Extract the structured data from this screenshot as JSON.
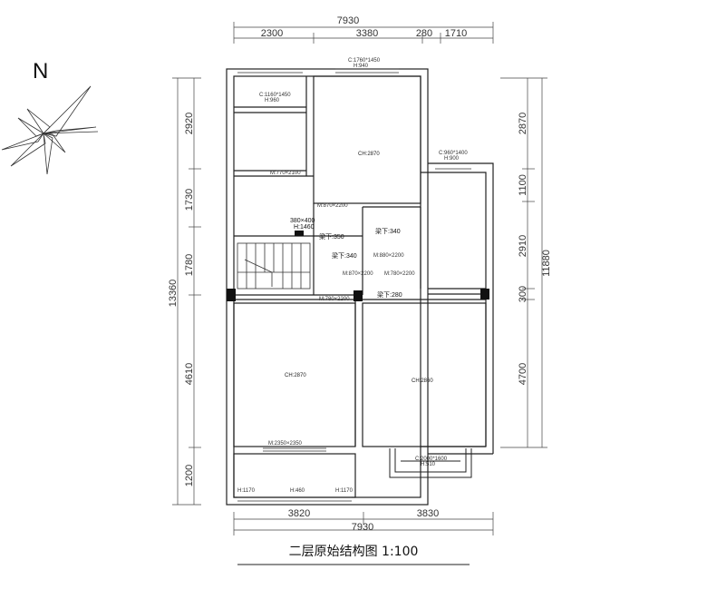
{
  "title": "二层原始结构图 1:100",
  "north_label": "N",
  "dims": {
    "top_total": "7930",
    "top_segments": [
      "2300",
      "3380",
      "280",
      "1710"
    ],
    "left_total": "13360",
    "left_segments": [
      "2920",
      "1730",
      "1780",
      "4610",
      "1200"
    ],
    "right_total": "11880",
    "right_segments": [
      "2870",
      "1100",
      "2910",
      "300",
      "4700"
    ],
    "bottom_segments": [
      "3820",
      "3830"
    ],
    "bottom_total": "7930"
  },
  "windows": {
    "top_center": "C:1760*1450",
    "top_center_h": "H:940",
    "left_upper": "C:1160*1450",
    "left_upper_h": "H:960",
    "right_upper": "C:960*1400",
    "right_upper_h": "H:900",
    "bay": "C:2000*1600",
    "bay_h": "H:510",
    "bottom_left_h": "H:1170",
    "bottom_mid_h": "H:460",
    "bottom_right_h": "H:1170"
  },
  "doors": {
    "d1": "M:770×2100",
    "d2": "M:870×2200",
    "d3": "M:880×2200",
    "d4": "M:870×2200",
    "d5": "M:780×2200",
    "d6": "M:780×2200",
    "d7": "M:2350×2350"
  },
  "beams": {
    "b1": "梁下:350",
    "b2": "梁下:340",
    "b3": "梁下:340",
    "b4": "梁下:280"
  },
  "opening": {
    "size": "380×400",
    "h": "H:1460"
  },
  "rooms": {
    "upper_center": "CH:2870",
    "lower_left": "CH:2870",
    "lower_right": "CH:2860"
  }
}
